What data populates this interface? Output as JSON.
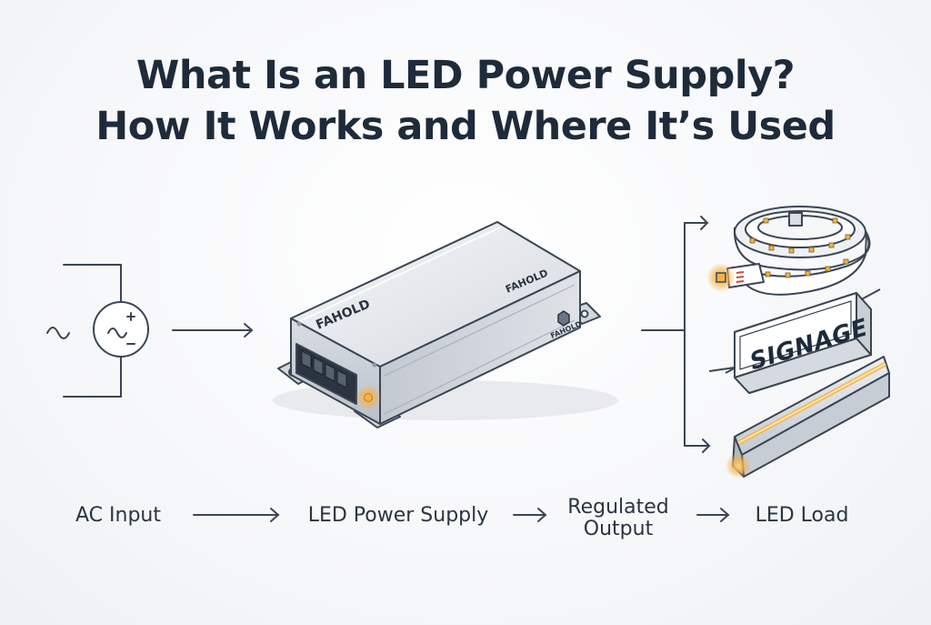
{
  "title": {
    "line1": "What Is an LED Power Supply?",
    "line2": "How It Works and Where It’s Used"
  },
  "device": {
    "brand_front": "FAHOLD",
    "brand_top": "FAHOLD",
    "brand_side": "FAHOLD"
  },
  "signage_text": "SIGNAGE",
  "captions": {
    "ac_input": "AC Input",
    "psu": "LED Power Supply",
    "regulated_line1": "Regulated",
    "regulated_line2": "Output",
    "led_load": "LED Load"
  },
  "icons": {
    "ac_source": "ac-source-icon",
    "sine_wave": "sine-wave-icon"
  },
  "colors": {
    "ink": "#1d2b3a",
    "line": "#3a4654",
    "metal_light": "#e3e7ec",
    "metal_mid": "#c9cfd7",
    "metal_dark": "#a9b1bb",
    "led_glow": "#f2b24a"
  }
}
